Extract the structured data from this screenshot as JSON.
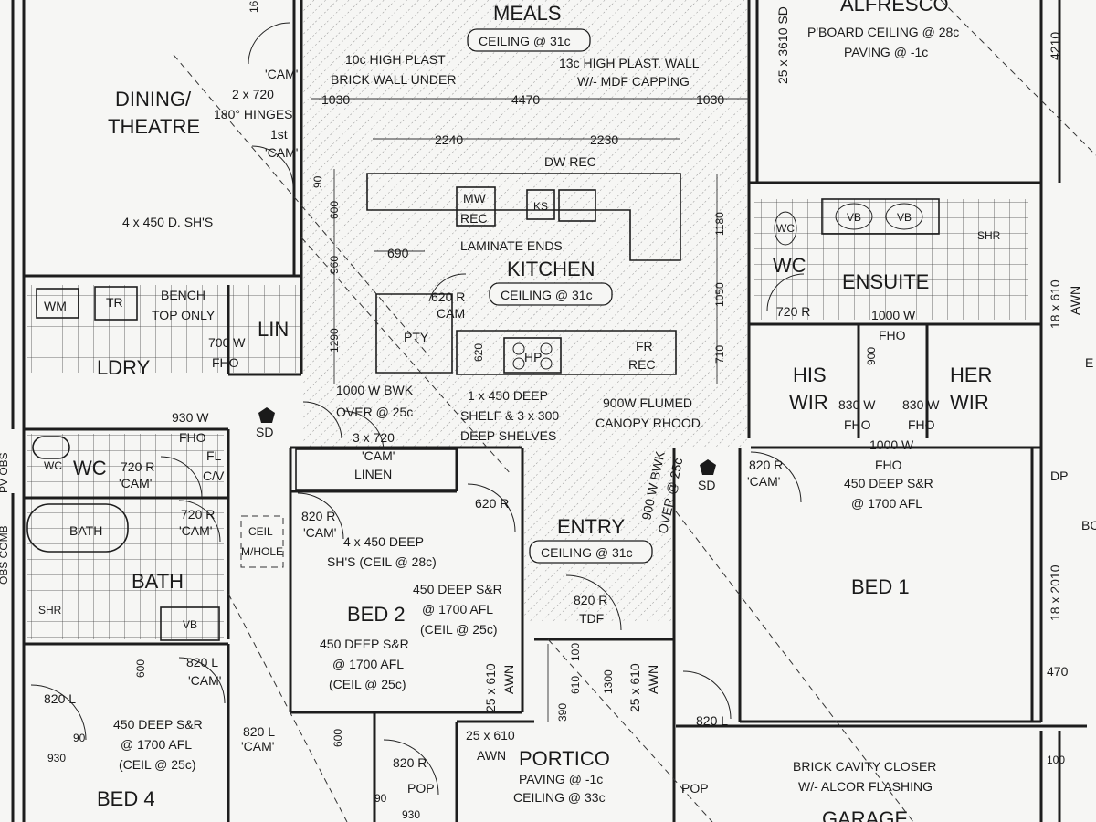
{
  "rooms": {
    "meals": "MEALS",
    "meals_ceiling": "CEILING @ 31c",
    "alfresco": "ALFRESCO",
    "alfresco_note1": "P'BOARD CEILING @ 28c",
    "alfresco_note2": "PAVING @ -1c",
    "dining": "DINING/",
    "theatre": "THEATRE",
    "kitchen": "KITCHEN",
    "kitchen_ceiling": "CEILING @ 31c",
    "ldry": "LDRY",
    "wc": "WC",
    "bath": "BATH",
    "bed2": "BED 2",
    "bed1": "BED 1",
    "bed4": "BED 4",
    "entry": "ENTRY",
    "entry_ceiling": "CEILING @ 31c",
    "portico": "PORTICO",
    "portico_note1": "PAVING @ -1c",
    "portico_note2": "CEILING @ 33c",
    "ensuite": "ENSUITE",
    "wc_ens": "WC",
    "his_wir_1": "HIS",
    "his_wir_2": "WIR",
    "her_wir_1": "HER",
    "her_wir_2": "WIR",
    "lin": "LIN",
    "linen": "LINEN"
  },
  "notes": {
    "high_plast_1": "10c HIGH PLAST",
    "high_plast_2": "BRICK WALL UNDER",
    "plast_wall_1": "13c HIGH PLAST. WALL",
    "plast_wall_2": "W/- MDF CAPPING",
    "hinges_1": "2 x 720",
    "hinges_2": "180° HINGES",
    "cam_1st_1": "1st",
    "cam_1st_2": "'CAM'",
    "cam_top": "'CAM'",
    "dining_sh": "4 x 450 D. SH'S",
    "dw_rec": "DW REC",
    "mw": "MW",
    "mw_rec": "REC",
    "ks": "KS",
    "laminate": "LAMINATE ENDS",
    "pty": "PTY",
    "pty_door": "620 R",
    "pty_cam": "CAM",
    "hp": "HP",
    "fr": "FR",
    "fr_rec": "REC",
    "bench_1": "BENCH",
    "bench_2": "TOP ONLY",
    "wm": "WM",
    "tr": "TR",
    "ldry_fho_1": "700 W",
    "ldry_fho_2": "FHO",
    "fho930_1": "930 W",
    "fho930_2": "FHO",
    "bwk_1": "1000 W BWK",
    "bwk_2": "OVER @ 25c",
    "shelf_1": "1 x 450 DEEP",
    "shelf_2": "SHELF & 3 x 300",
    "shelf_3": "DEEP SHELVES",
    "canopy_1": "900W FLUMED",
    "canopy_2": "CANOPY RHOOD.",
    "linen_1": "3 x 720",
    "linen_2": "'CAM'",
    "fl": "FL",
    "cv": "C/V",
    "sd": "SD",
    "wc_door_1": "720 R",
    "wc_door_2": "'CAM'",
    "bath_door_1": "720 R",
    "bath_door_2": "'CAM'",
    "ceil_1": "CEIL",
    "ceil_2": "M/HOLE",
    "bed2_door_1": "820 R",
    "bed2_door_2": "'CAM'",
    "bed2_sh_1": "4 x 450 DEEP",
    "bed2_sh_2": "SH'S (CEIL @ 28c)",
    "bed2_sr_1": "450 DEEP S&R",
    "bed2_sr_2": "@ 1700 AFL",
    "bed2_sr_3": "(CEIL @ 25c)",
    "bed2_sr2_1": "450 DEEP S&R",
    "bed2_sr2_2": "@ 1700 AFL",
    "bed2_sr2_3": "(CEIL @ 25c)",
    "door620": "620 R",
    "bwk900_1": "900 W BWK",
    "bwk900_2": "OVER @ 25c",
    "entry_door_1": "820 R",
    "entry_door_2": "TDF",
    "awn1_1": "25 x 610",
    "awn1_2": "AWN",
    "awn2_1": "25 x 610",
    "awn2_2": "AWN",
    "awn3_1": "25 x 610",
    "awn3_2": "AWN",
    "d390": "390",
    "d610": "610",
    "d1300": "1300",
    "d100": "100",
    "pop": "POP",
    "pop2": "POP",
    "bed4_door": "820 L",
    "bed4_cam_1": "820 L",
    "bed4_cam_2": "'CAM'",
    "bed4_sr_1": "450 DEEP S&R",
    "bed4_sr_2": "@ 1700 AFL",
    "bed4_sr_3": "(CEIL @ 25c)",
    "bed3_door_1": "820 L",
    "bed3_door_2": "'CAM'",
    "door820r": "820 R",
    "d90a": "90",
    "d930a": "930",
    "d90b": "90",
    "d930b": "930",
    "d600a": "600",
    "d600b": "600",
    "bed1_door_1": "820 R",
    "bed1_door_2": "'CAM'",
    "ens_door": "720 R",
    "ens_fho_1": "1000 W",
    "ens_fho_2": "FHO",
    "wir_fho_1": "830 W",
    "wir_fho_2": "FHO",
    "wir_fho2_1": "830 W",
    "wir_fho2_2": "FHO",
    "d900": "900",
    "fho1000_1": "1000 W",
    "fho1000_2": "FHO",
    "bed1_sr_1": "450 DEEP S&R",
    "bed1_sr_2": "@ 1700 AFL",
    "shr": "SHR",
    "shr2": "SHR",
    "vb": "VB",
    "vb2": "VB",
    "vb3": "VB",
    "wc_sym": "WC",
    "wc_sym2": "WC",
    "window_18x2010": "18 x 2010",
    "window_18x610": "18 x 610",
    "window_18x610_b": "AWN",
    "d470": "470",
    "dp": "DP",
    "bed1_820l": "820 L",
    "brick_1": "BRICK CAVITY CLOSER",
    "brick_2": "W/- ALCOR FLASHING",
    "d4210": "4210",
    "d3610": "25 x 3610 SD",
    "d100b": "100",
    "e_trunc": "E",
    "b_trunc": "BC",
    "pv_obs": "PV OBS",
    "obs_comb": "OBS COMB",
    "garage_trunc": "GARAGE"
  },
  "dimensions": {
    "d1030a": "1030",
    "d4470": "4470",
    "d1030b": "1030",
    "d2240": "2240",
    "d2230": "2230",
    "d90": "90",
    "d600": "600",
    "d960": "960",
    "d690": "690",
    "d1290": "1290",
    "d620": "620",
    "d1180": "1180",
    "d1050": "1050",
    "d710": "710",
    "d16": "16"
  }
}
